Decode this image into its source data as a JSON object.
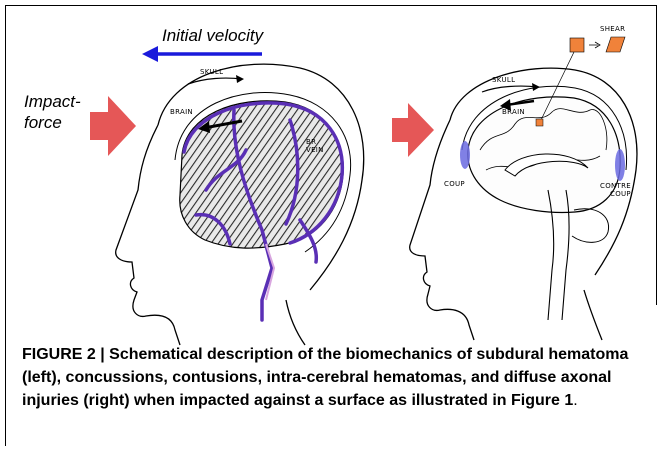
{
  "figure": {
    "left_panel": {
      "velocity_label": "Initial velocity",
      "impact_label_line1": "Impact-",
      "impact_label_line2": "force",
      "skull_label": "SKULL",
      "brain_label": "BRAIN",
      "vein_label_line1": "BR",
      "vein_label_line2": "VEIN"
    },
    "right_panel": {
      "skull_label": "SKULL",
      "brain_label": "BRAIN",
      "shear_label": "SHEAR",
      "contre_coup_line1": "CONTRE",
      "contre_coup_line2": "COUP",
      "coup_label": "COUP"
    },
    "caption": {
      "text": "FIGURE 2 | Schematical description of the biomechanics of subdural hematoma (left), concussions, contusions, intra-cerebral hematomas, and diffuse axonal injuries (right) when impacted against a surface as illustrated in Figure 1",
      "end": "."
    },
    "colors": {
      "arrow_red": "#e03a3a",
      "velocity_blue": "#1a1adb",
      "vein_purple": "#5a2fb5",
      "shear_orange": "#f0823a"
    }
  }
}
